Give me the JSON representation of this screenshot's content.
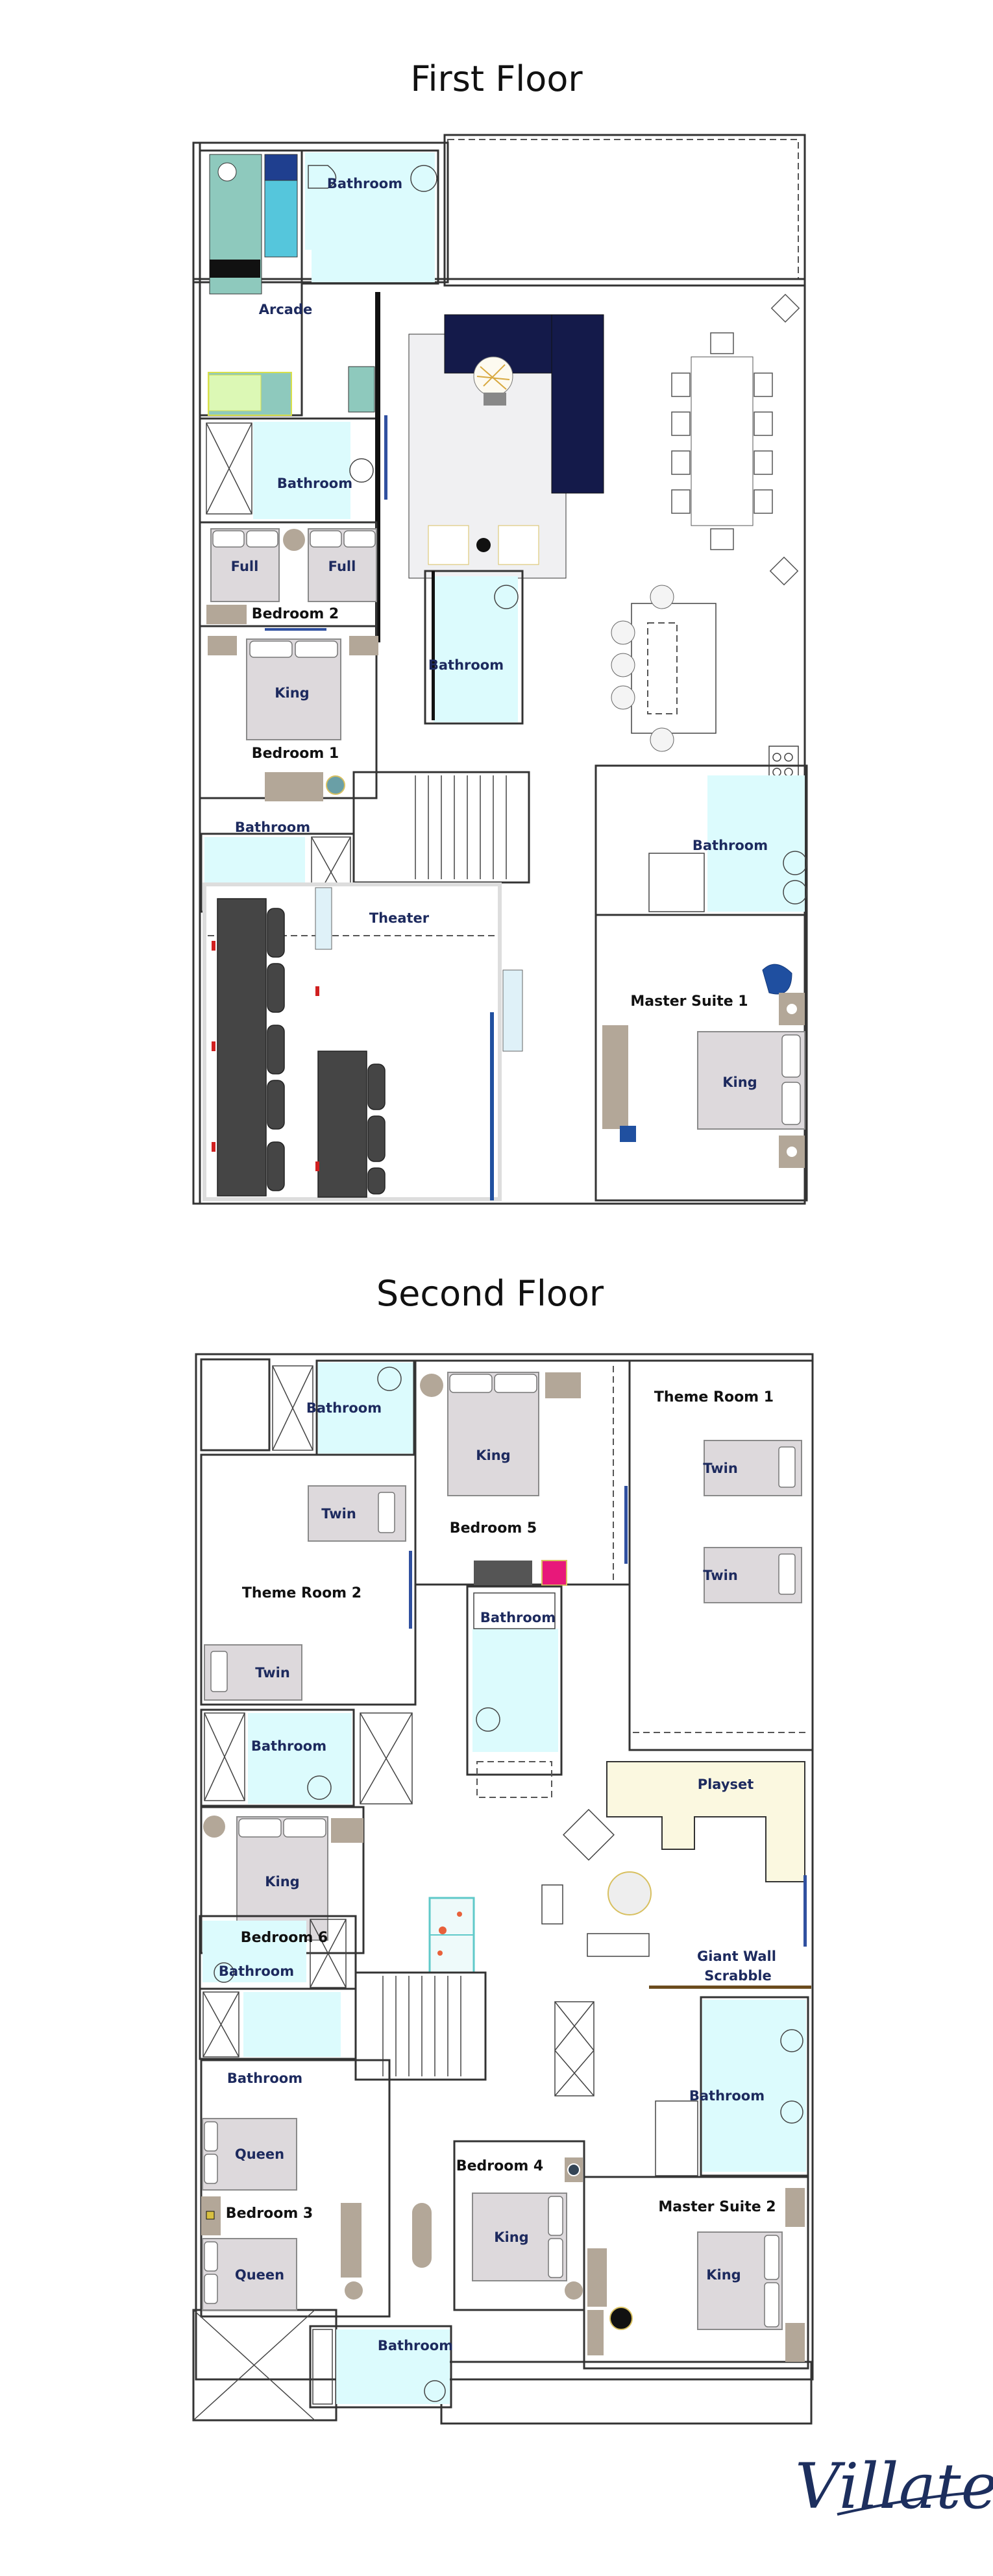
{
  "first_floor": {
    "title": "First Floor",
    "rooms": {
      "bathroom_top": "Bathroom",
      "arcade": "Arcade",
      "bathroom_arcade": "Bathroom",
      "bed_full_1": "Full",
      "bed_full_2": "Full",
      "bedroom_2": "Bedroom 2",
      "bathroom_hall": "Bathroom",
      "bed_king_b1": "King",
      "bedroom_1": "Bedroom 1",
      "bathroom_b1": "Bathroom",
      "bathroom_master": "Bathroom",
      "theater": "Theater",
      "master_suite_1": "Master Suite 1",
      "bed_king_ms1": "King"
    }
  },
  "second_floor": {
    "title": "Second Floor",
    "rooms": {
      "bathroom_top": "Bathroom",
      "bed_king_b5": "King",
      "bedroom_5": "Bedroom 5",
      "theme_room_1": "Theme Room 1",
      "bed_twin_tr1_a": "Twin",
      "bed_twin_tr1_b": "Twin",
      "bed_twin_tr2_a": "Twin",
      "theme_room_2": "Theme Room 2",
      "bathroom_center": "Bathroom",
      "bed_twin_tr2_b": "Twin",
      "bathroom_tr2": "Bathroom",
      "playset": "Playset",
      "bed_king_b6": "King",
      "bedroom_6": "Bedroom 6",
      "scrabble_line1": "Giant Wall",
      "scrabble_line2": "Scrabble",
      "bathroom_b6": "Bathroom",
      "bathroom_b3": "Bathroom",
      "bathroom_master": "Bathroom",
      "bed_queen_1": "Queen",
      "bedroom_3": "Bedroom 3",
      "bedroom_4": "Bedroom 4",
      "bed_king_b4": "King",
      "master_suite_2": "Master Suite 2",
      "bed_king_ms2": "King",
      "bed_queen_2": "Queen",
      "bathroom_bottom": "Bathroom"
    }
  },
  "brand": {
    "logo": "Villatel"
  },
  "colors": {
    "label": "#1d2a5e",
    "bath": "#dcfbfd",
    "bed": "#ddd9dc",
    "sofa": "#141a4a",
    "brand": "#1d2f5e"
  }
}
